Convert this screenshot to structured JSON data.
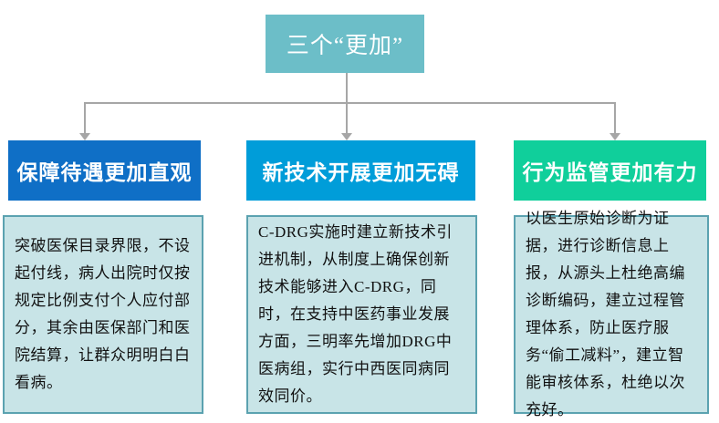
{
  "diagram": {
    "title_box": {
      "label": "三个“更加”"
    },
    "columns": [
      {
        "header": "保障待遇更加直观",
        "header_color": "#0F6FC6",
        "body": "突破医保目录界限，不设起付线，病人出院时仅按规定比例支付个人应付部分，其余由医保部门和医院结算，让群众明明白白看病。"
      },
      {
        "header": "新技术开展更加无碍",
        "header_color": "#009DD9",
        "body": "C-DRG实施时建立新技术引进机制，从制度上确保创新技术能够进入C-DRG，同时，在支持中医药事业发展方面，三明率先增加DRG中医病组，实行中西医同病同效同价。"
      },
      {
        "header": "行为监管更加有力",
        "header_color": "#10CF9B",
        "body": "以医生原始诊断为证据，进行诊断信息上报，从源头上杜绝高编诊断编码，建立过程管理体系，防止医疗服务“偷工减料”，建立智能审核体系，杜绝以次充好。"
      }
    ],
    "colors": {
      "title_box_bg": "#6CBEC8",
      "connector": "#A6A6A6",
      "content_bg": "#C8E4E7",
      "content_border": "#5BA2B0"
    }
  }
}
